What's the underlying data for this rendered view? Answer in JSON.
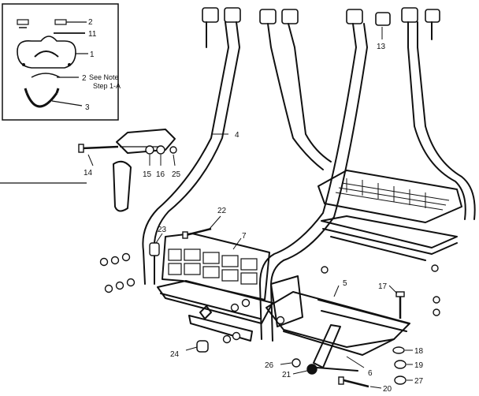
{
  "diagram": {
    "inset_note": {
      "line1": "See Note",
      "line2": "Step 1-A"
    },
    "callouts": [
      {
        "id": "c1",
        "text": "1"
      },
      {
        "id": "c2",
        "text": "2"
      },
      {
        "id": "c2b",
        "text": "2"
      },
      {
        "id": "c3",
        "text": "3"
      },
      {
        "id": "c4",
        "text": "4"
      },
      {
        "id": "c5",
        "text": "5"
      },
      {
        "id": "c6",
        "text": "6"
      },
      {
        "id": "c7",
        "text": "7"
      },
      {
        "id": "c11",
        "text": "11"
      },
      {
        "id": "c13",
        "text": "13"
      },
      {
        "id": "c14",
        "text": "14"
      },
      {
        "id": "c15",
        "text": "15"
      },
      {
        "id": "c16",
        "text": "16"
      },
      {
        "id": "c17",
        "text": "17"
      },
      {
        "id": "c18",
        "text": "18"
      },
      {
        "id": "c19",
        "text": "19"
      },
      {
        "id": "c20",
        "text": "20"
      },
      {
        "id": "c21",
        "text": "21"
      },
      {
        "id": "c22",
        "text": "22"
      },
      {
        "id": "c23",
        "text": "23"
      },
      {
        "id": "c24",
        "text": "24"
      },
      {
        "id": "c25",
        "text": "25"
      },
      {
        "id": "c26",
        "text": "26"
      },
      {
        "id": "c27",
        "text": "27"
      }
    ]
  }
}
